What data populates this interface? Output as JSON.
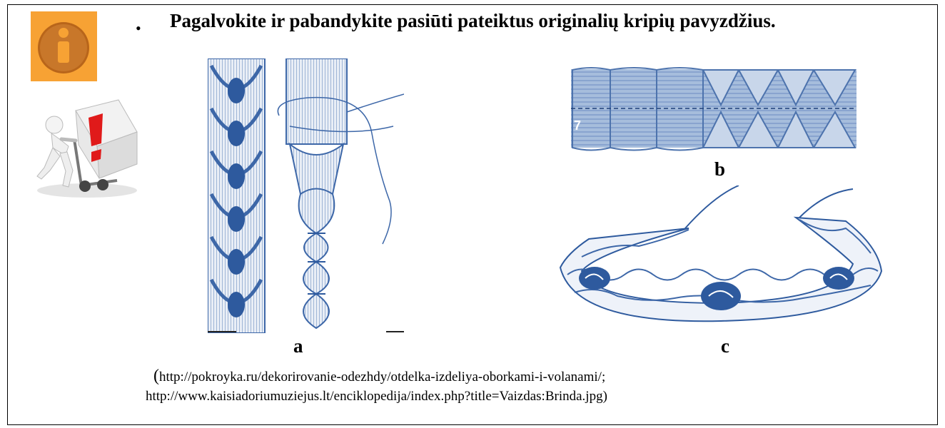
{
  "instruction": {
    "bullet": "•",
    "text": "Pagalvokite ir pabandykite pasiūti pateiktus originalių kripių pavyzdžius."
  },
  "icons": {
    "info": "info-icon",
    "cart": "person-pushing-cart-illustration"
  },
  "colors": {
    "badge": "#f7a234",
    "badge_circle": "#b8651a",
    "illustration_blue": "#3d67a8"
  },
  "figures": {
    "a": {
      "label": "a"
    },
    "b": {
      "label": "b",
      "number": "7"
    },
    "c": {
      "label": "c"
    }
  },
  "sources": {
    "open_paren": "(",
    "line1": "http://pokroyka.ru/dekorirovanie-odezhdy/otdelka-izdeliya-oborkami-i-volanami/;",
    "line2": "http://www.kaisiadoriumuziejus.lt/enciklopedija/index.php?title=Vaizdas:Brinda.jpg)"
  }
}
